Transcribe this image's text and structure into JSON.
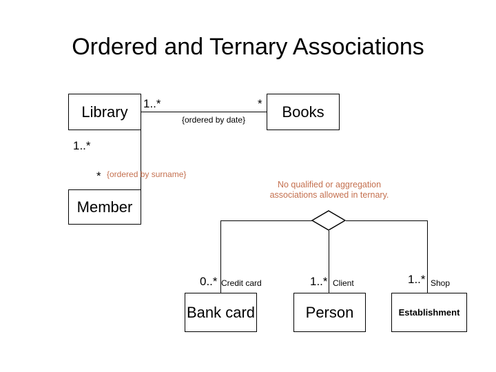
{
  "slide": {
    "title": "Ordered and Ternary Associations",
    "background_color": "#ffffff",
    "line_color": "#000000",
    "accent_color": "#c4704f"
  },
  "classes": [
    {
      "id": "library",
      "name": "Library"
    },
    {
      "id": "books",
      "name": "Books"
    },
    {
      "id": "member",
      "name": "Member"
    },
    {
      "id": "bank_card",
      "name": "Bank card"
    },
    {
      "id": "person",
      "name": "Person"
    },
    {
      "id": "establishment",
      "name": "Establishment"
    }
  ],
  "associations": {
    "library_books": {
      "source_multiplicity": "1..*",
      "target_multiplicity": "*",
      "constraint": "{ordered by date}"
    },
    "library_member": {
      "source_multiplicity": "1..*",
      "target_multiplicity": "*",
      "constraint": "{ordered by surname}"
    }
  },
  "ternary": {
    "note_line_1": "No qualified or aggregation",
    "note_line_2": "associations allowed in ternary.",
    "ends": [
      {
        "id": "bank_card",
        "multiplicity": "0..*",
        "role": "Credit card"
      },
      {
        "id": "person",
        "multiplicity": "1..*",
        "role": "Client"
      },
      {
        "id": "establishment",
        "multiplicity": "1..*",
        "role": "Shop"
      }
    ]
  }
}
